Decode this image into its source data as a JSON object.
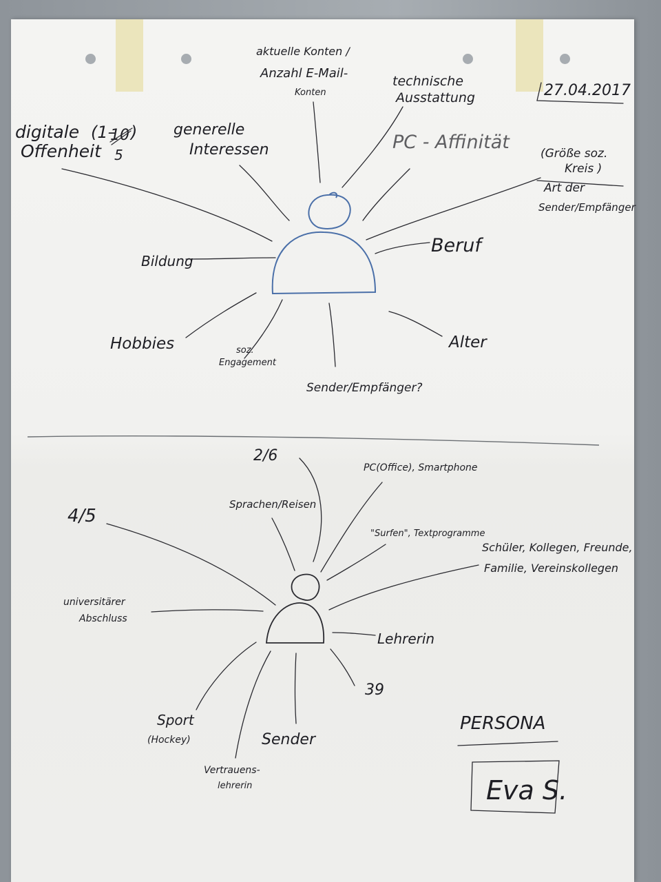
{
  "top_sketch": {
    "date": "27.04.2017",
    "labels": {
      "digitale": "digitale",
      "offenheit": "Offenheit",
      "scale_open": "(1–",
      "scale_crossed": "10",
      "scale_close": ")",
      "scale_new": "5",
      "generelle": "generelle",
      "interessen": "Interessen",
      "konten_1": "aktuelle Konten /",
      "konten_2": "Anzahl E-Mail-",
      "konten_3": "Konten",
      "technische": "technische",
      "ausstattung": "Ausstattung",
      "pc_affinitaet": "PC - Affinität",
      "groesse_1": "(Größe soz.",
      "groesse_2": "Kreis )",
      "art_1": "Art der",
      "art_2": "Sender/Empfänger",
      "beruf": "Beruf",
      "bildung": "Bildung",
      "hobbies": "Hobbies",
      "soz_1": "soz.",
      "soz_2": "Engagement",
      "sender_empfaenger": "Sender/Empfänger?",
      "alter": "Alter"
    }
  },
  "bottom_sketch": {
    "labels": {
      "score_26": "2/6",
      "score_45": "4/5",
      "sprachen": "Sprachen/Reisen",
      "pc_office": "PC(Office), Smartphone",
      "surfen": "\"Surfen\", Textprogramme",
      "schueler_1": "Schüler, Kollegen, Freunde,",
      "schueler_2": "Familie, Vereinskollegen",
      "uni_1": "universitärer",
      "uni_2": "Abschluss",
      "lehrerin": "Lehrerin",
      "age": "39",
      "sport_1": "Sport",
      "sport_2": "(Hockey)",
      "sender": "Sender",
      "vertrauens_1": "Vertrauens-",
      "vertrauens_2": "lehrerin"
    },
    "persona_title": "PERSONA",
    "persona_name": "Eva S."
  },
  "colors": {
    "ink": "#1e1e24",
    "blue_ink": "#4a6fa8",
    "paper": "#f2f2f0",
    "wall": "#9aa0a6",
    "tape": "#e8e0aa"
  }
}
